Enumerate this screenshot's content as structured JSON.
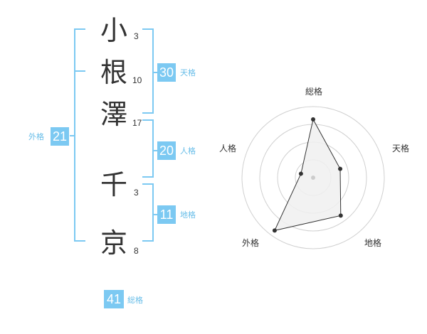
{
  "name": {
    "surname": [
      {
        "char": "小",
        "strokes": "3"
      },
      {
        "char": "根",
        "strokes": "10"
      },
      {
        "char": "澤",
        "strokes": "17"
      }
    ],
    "given": [
      {
        "char": "千",
        "strokes": "3"
      },
      {
        "char": "京",
        "strokes": "8"
      }
    ]
  },
  "fortunes": {
    "tenkaku": {
      "label": "天格",
      "value": "30"
    },
    "jinkaku": {
      "label": "人格",
      "value": "20"
    },
    "chikaku": {
      "label": "地格",
      "value": "11"
    },
    "gaikaku": {
      "label": "外格",
      "value": "21"
    },
    "soukaku": {
      "label": "総格",
      "value": "41"
    }
  },
  "chart_data": {
    "type": "radar",
    "axes": [
      "総格",
      "天格",
      "地格",
      "外格",
      "人格"
    ],
    "values": [
      0.82,
      0.4,
      0.66,
      0.92,
      0.18
    ],
    "rings": 4,
    "max": 1,
    "colors": {
      "fill": "#f0f0f0",
      "line": "#333333",
      "grid": "#d0d0d0",
      "center": "#cccccc"
    }
  },
  "colors": {
    "accent": "#7cc9f2",
    "label": "#67bde8"
  }
}
